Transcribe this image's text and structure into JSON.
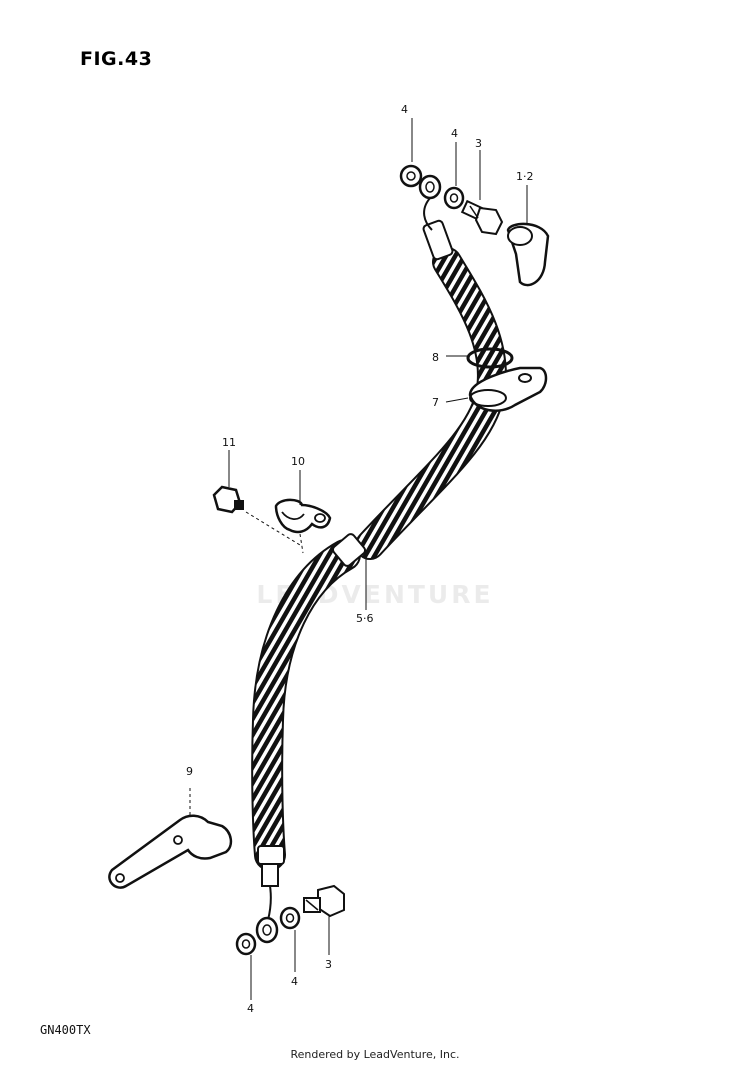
{
  "figure_title": "FIG.43",
  "model_code": "GN400TX",
  "footer_text": "Rendered by LeadVenture, Inc.",
  "watermark_text": "LEADVENTURE",
  "callouts": [
    {
      "id": "top-washer-4",
      "text": "4"
    },
    {
      "id": "top-washer-4b",
      "text": "4"
    },
    {
      "id": "top-bolt-3",
      "text": "3"
    },
    {
      "id": "cap-1-2",
      "text": "1·2"
    },
    {
      "id": "ring-8",
      "text": "8"
    },
    {
      "id": "bracket-7",
      "text": "7"
    },
    {
      "id": "bolt-11",
      "text": "11"
    },
    {
      "id": "clamp-10",
      "text": "10"
    },
    {
      "id": "hose-5-6",
      "text": "5·6"
    },
    {
      "id": "stay-9",
      "text": "9"
    },
    {
      "id": "bottom-washer-4",
      "text": "4"
    },
    {
      "id": "bottom-washer-4b",
      "text": "4"
    },
    {
      "id": "bottom-bolt-3",
      "text": "3"
    }
  ],
  "colors": {
    "ink": "#111111",
    "paper": "#ffffff"
  }
}
